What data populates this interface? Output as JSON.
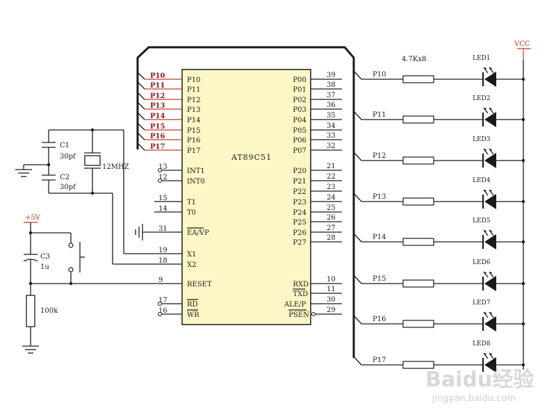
{
  "mcu": {
    "name": "AT89C51",
    "left_pins": [
      {
        "num": "",
        "label": "P10"
      },
      {
        "num": "",
        "label": "P11"
      },
      {
        "num": "",
        "label": "P12"
      },
      {
        "num": "",
        "label": "P13"
      },
      {
        "num": "",
        "label": "P14"
      },
      {
        "num": "",
        "label": "P15"
      },
      {
        "num": "",
        "label": "P16"
      },
      {
        "num": "",
        "label": "P17"
      },
      {
        "num": "13",
        "label": "INT1"
      },
      {
        "num": "12",
        "label": "INT0"
      },
      {
        "num": "15",
        "label": "T1"
      },
      {
        "num": "14",
        "label": "T0"
      },
      {
        "num": "31",
        "label": "EA/VP"
      },
      {
        "num": "19",
        "label": "X1"
      },
      {
        "num": "18",
        "label": "X2"
      },
      {
        "num": "9",
        "label": "RESET"
      },
      {
        "num": "17",
        "label": "RD"
      },
      {
        "num": "16",
        "label": "WR"
      }
    ],
    "right_pins": [
      {
        "num": "39",
        "label": "P00"
      },
      {
        "num": "38",
        "label": "P01"
      },
      {
        "num": "37",
        "label": "P02"
      },
      {
        "num": "36",
        "label": "P03"
      },
      {
        "num": "35",
        "label": "P04"
      },
      {
        "num": "34",
        "label": "P05"
      },
      {
        "num": "33",
        "label": "P06"
      },
      {
        "num": "32",
        "label": "P07"
      },
      {
        "num": "21",
        "label": "P20"
      },
      {
        "num": "22",
        "label": "P21"
      },
      {
        "num": "23",
        "label": "P22"
      },
      {
        "num": "24",
        "label": "P23"
      },
      {
        "num": "25",
        "label": "P24"
      },
      {
        "num": "26",
        "label": "P25"
      },
      {
        "num": "27",
        "label": "P26"
      },
      {
        "num": "28",
        "label": "P27"
      },
      {
        "num": "10",
        "label": "RXD"
      },
      {
        "num": "11",
        "label": "TXD"
      },
      {
        "num": "30",
        "label": "ALE/P"
      },
      {
        "num": "29",
        "label": "PSEN"
      }
    ]
  },
  "bus_labels": [
    "P10",
    "P11",
    "P12",
    "P13",
    "P14",
    "P15",
    "P16",
    "P17"
  ],
  "resistor_label": "4.7Kx8",
  "vcc_label": "VCC",
  "leds": [
    "LED1",
    "LED2",
    "LED3",
    "LED4",
    "LED5",
    "LED6",
    "LED7",
    "LED8"
  ],
  "led_nets": [
    "P10",
    "P11",
    "P12",
    "P13",
    "P14",
    "P15",
    "P16",
    "P17"
  ],
  "c1": {
    "name": "C1",
    "value": "30pf"
  },
  "c2": {
    "name": "C2",
    "value": "30pf"
  },
  "crystal": "12MHZ",
  "supply": "+5V",
  "c3": {
    "name": "C3",
    "value": "1u"
  },
  "r_reset": "100k",
  "watermark": {
    "brand": "Baidu经验",
    "url": "jingyan.baidu.com"
  }
}
